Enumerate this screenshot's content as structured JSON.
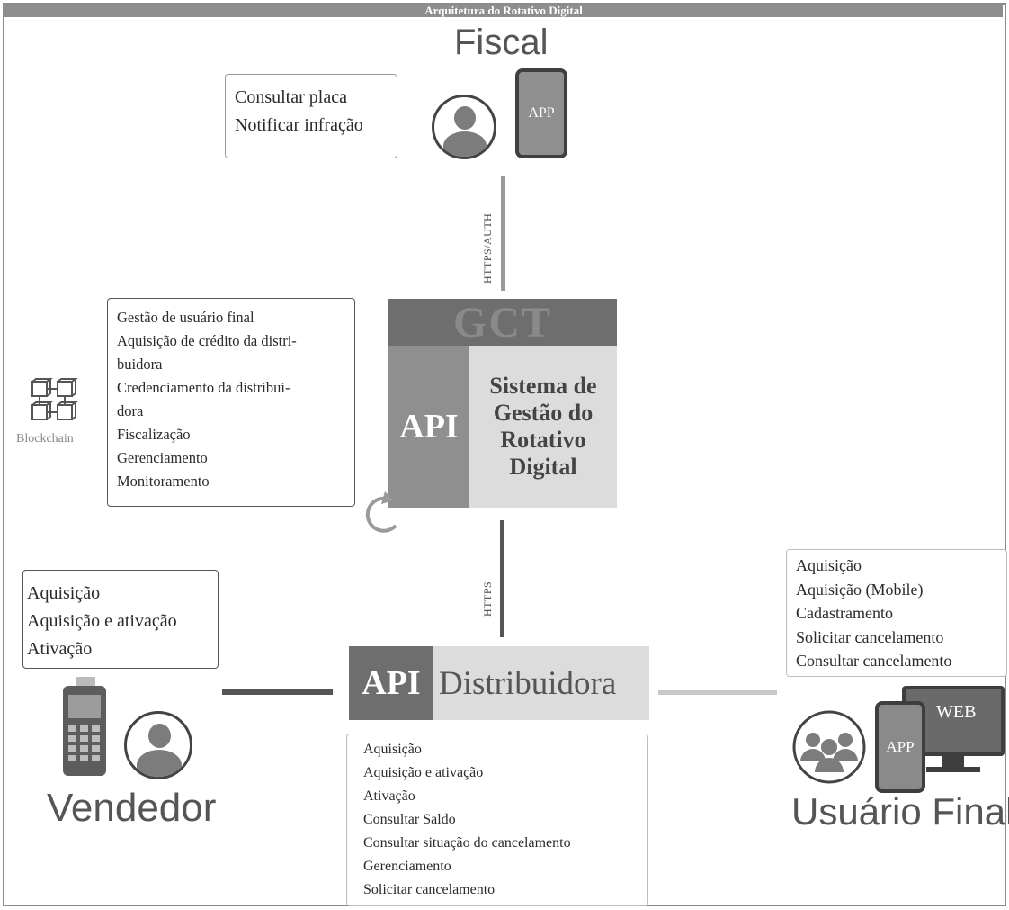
{
  "title": "Arquitetura do Rotativo Digital",
  "fiscal": {
    "label": "Fiscal",
    "functions": [
      "Consultar placa",
      "Notificar infração"
    ],
    "app_label": "APP"
  },
  "gct": {
    "header": "GCT",
    "api_label": "API",
    "system_name": "Sistema de Gestão do Rotativo Digital",
    "functions": [
      "Gestão de usuário final",
      "Aquisição de crédito da distri-",
      "buidora",
      "Credenciamento da distribui-",
      "dora",
      "Fiscalização",
      "Gerenciamento",
      "Monitoramento"
    ]
  },
  "blockchain": {
    "label": "Blockchain"
  },
  "connections": {
    "fiscal_gct": "HTTPS/AUTH",
    "gct_distribuidora": "HTTPS"
  },
  "vendedor": {
    "label": "Vendedor",
    "functions": [
      "Aquisição",
      "Aquisição e ativação",
      "Ativação"
    ]
  },
  "distribuidora": {
    "api_label": "API",
    "name": "Distribuidora",
    "functions": [
      "Aquisição",
      "Aquisição e ativação",
      "Ativação",
      "Consultar Saldo",
      "Consultar situação do cancelamento",
      "Gerenciamento",
      "Solicitar cancelamento"
    ]
  },
  "usuario_final": {
    "label": "Usuário Final",
    "functions": [
      "Aquisição",
      "Aquisição (Mobile)",
      "Cadastramento",
      "Solicitar cancelamento",
      "Consultar cancelamento"
    ],
    "web_label": "WEB",
    "app_label": "APP"
  },
  "colors": {
    "api_gray": "#8f8f8f",
    "dark_gray": "#6e6e6e",
    "light_gray": "#dcdcdc",
    "line_dark": "#555555",
    "line_light": "#c8c8c8"
  }
}
